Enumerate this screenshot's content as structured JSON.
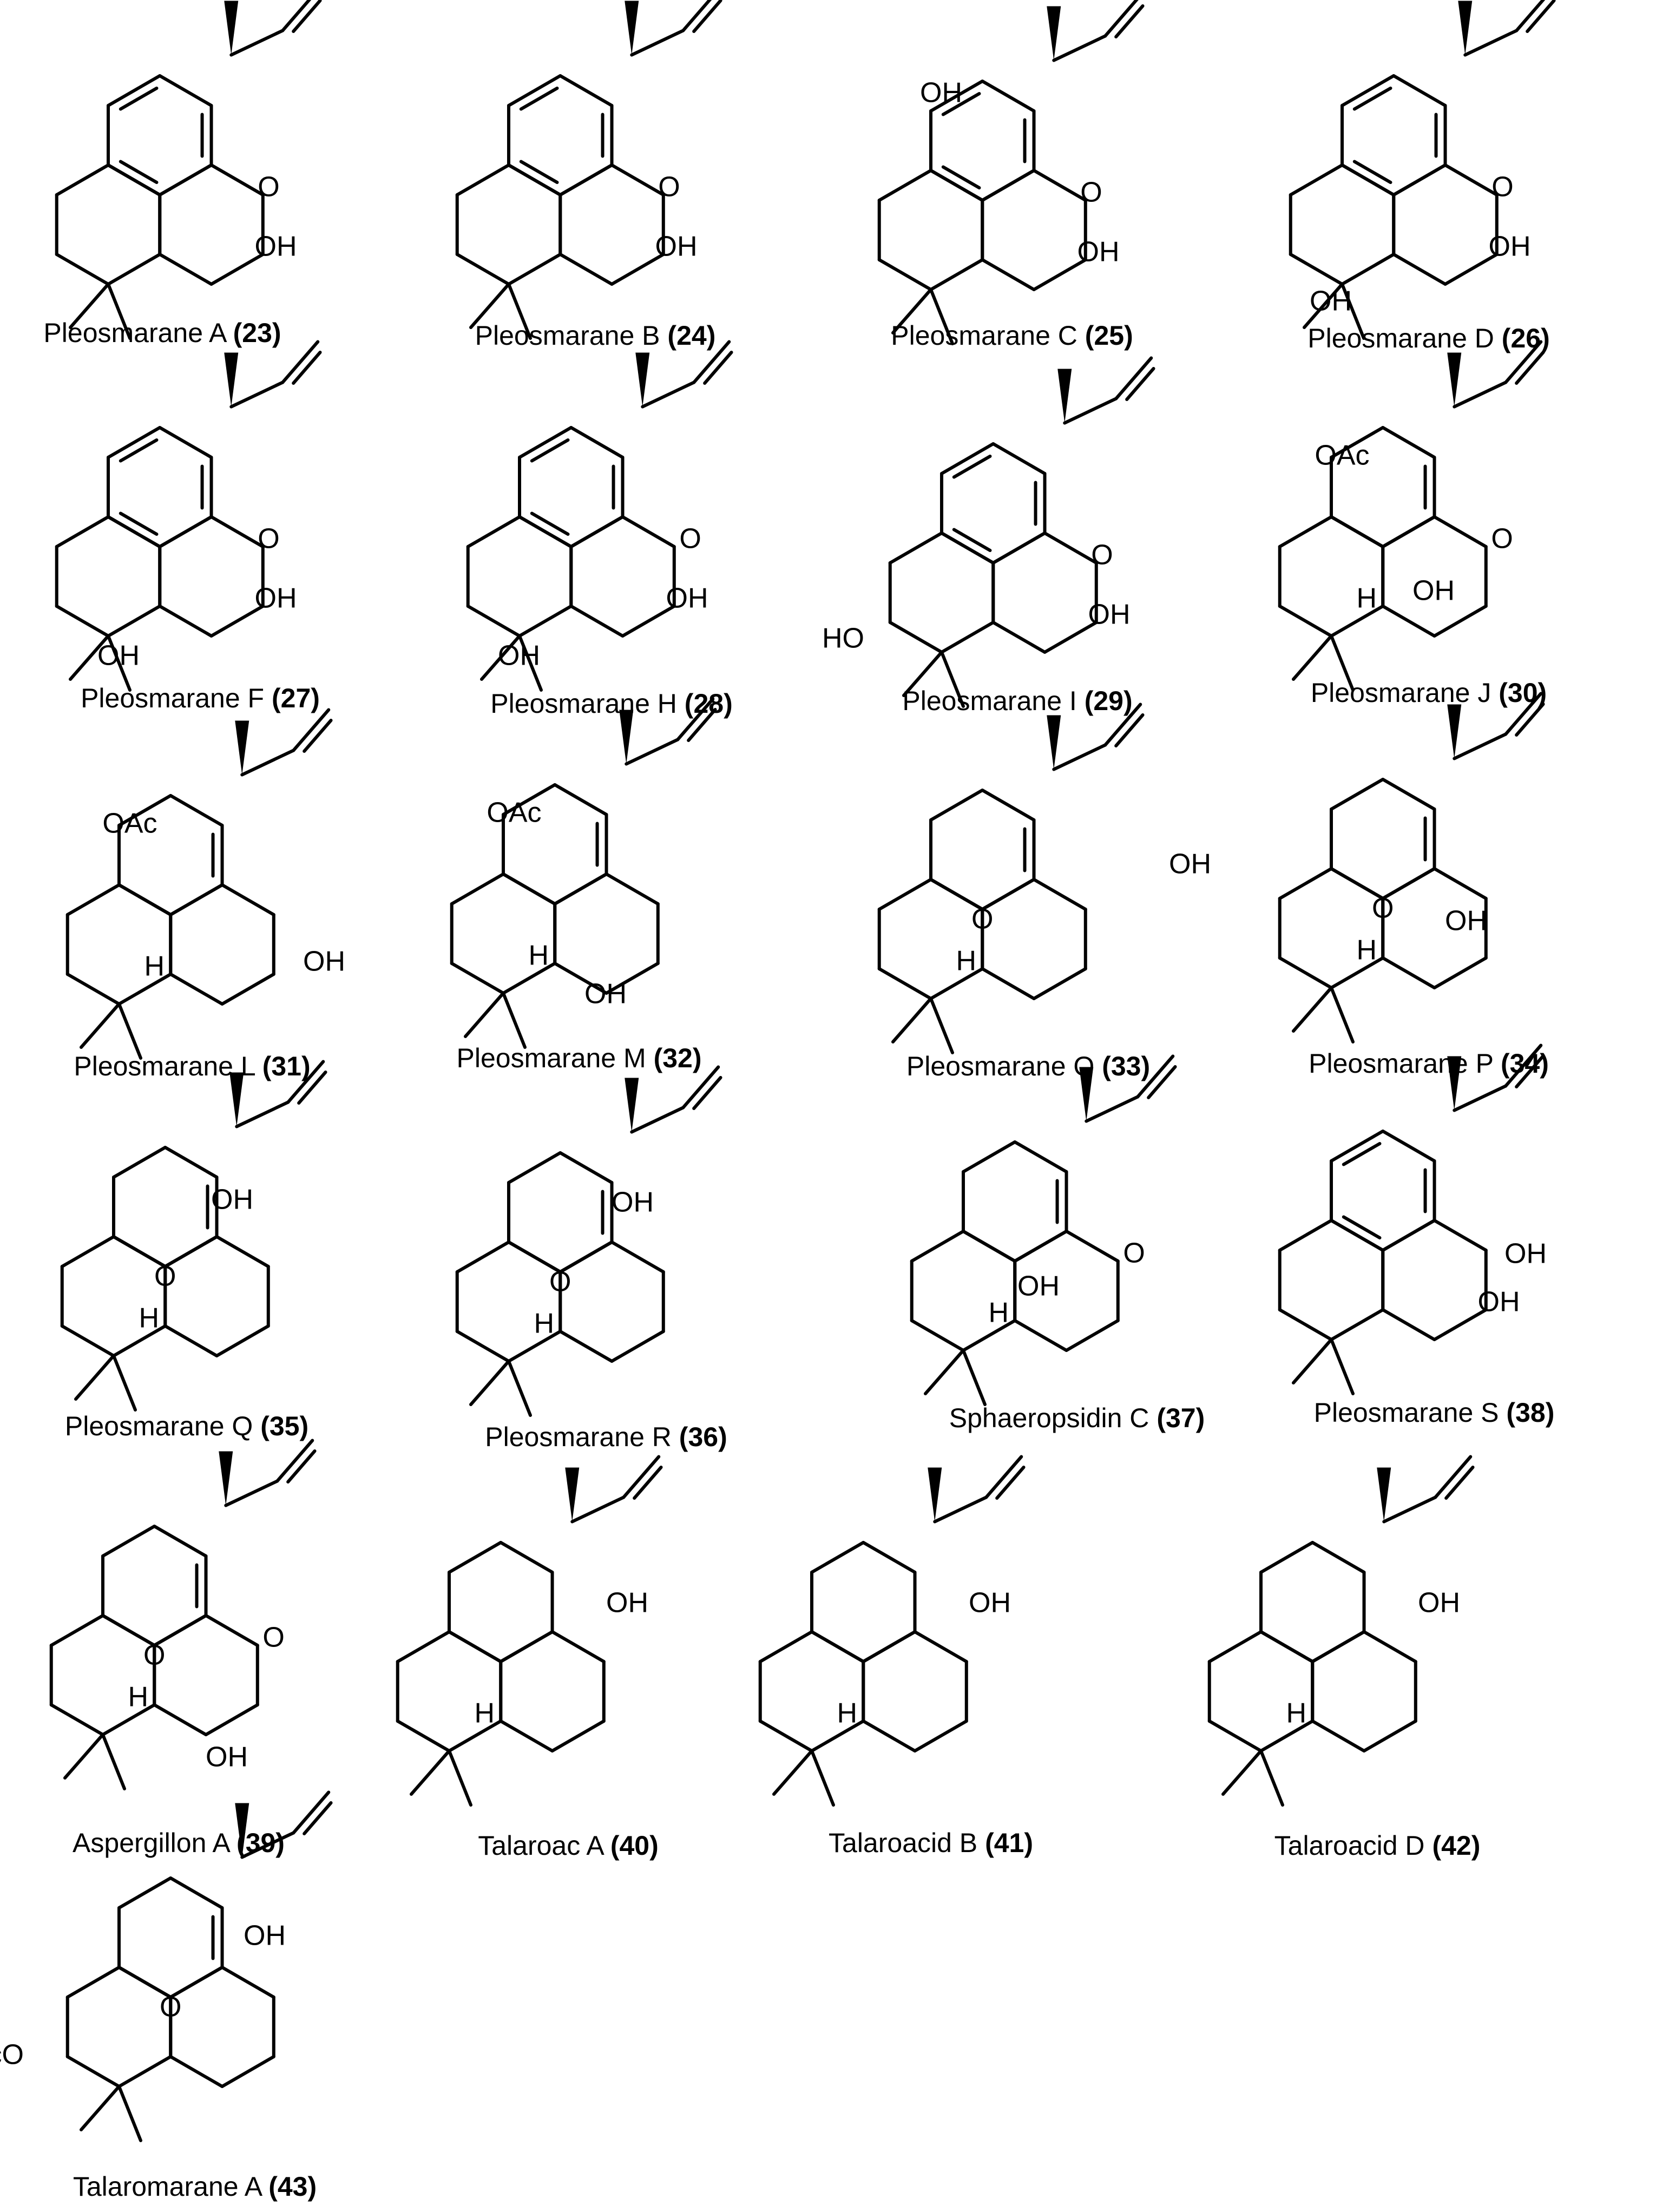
{
  "compounds": [
    {
      "name": "Pleosmarane A",
      "number": "(23)"
    },
    {
      "name": "Pleosmarane B",
      "number": "(24)"
    },
    {
      "name": "Pleosmarane C",
      "number": "(25)"
    },
    {
      "name": "Pleosmarane D",
      "number": "(26)"
    },
    {
      "name": "Pleosmarane F",
      "number": "(27)"
    },
    {
      "name": "Pleosmarane H",
      "number": "(28)"
    },
    {
      "name": "Pleosmarane I",
      "number": "(29)"
    },
    {
      "name": "Pleosmarane J",
      "number": "(30)"
    },
    {
      "name": "Pleosmarane L",
      "number": "(31)"
    },
    {
      "name": "Pleosmarane M",
      "number": "(32)"
    },
    {
      "name": "Pleosmarane O",
      "number": "(33)"
    },
    {
      "name": "Pleosmarane P",
      "number": "(34)"
    },
    {
      "name": "Pleosmarane Q",
      "number": "(35)"
    },
    {
      "name": "Pleosmarane R",
      "number": "(36)"
    },
    {
      "name": "Sphaeropsidin C",
      "number": "(37)"
    },
    {
      "name": "Pleosmarane S",
      "number": "(38)"
    },
    {
      "name": "Aspergillon A",
      "number": "(39)"
    },
    {
      "name": "Talaroac A",
      "number": "(40)"
    },
    {
      "name": "Talaroacid B",
      "number": "(41)"
    },
    {
      "name": "Talaroacid D",
      "number": "(42)"
    },
    {
      "name": "Talaromarane A",
      "number": "(43)"
    }
  ],
  "groups": {
    "oh": "OH",
    "ho": "HO",
    "oac": "OAc",
    "o": "O",
    "h": "H",
    "aco": "AcO"
  }
}
